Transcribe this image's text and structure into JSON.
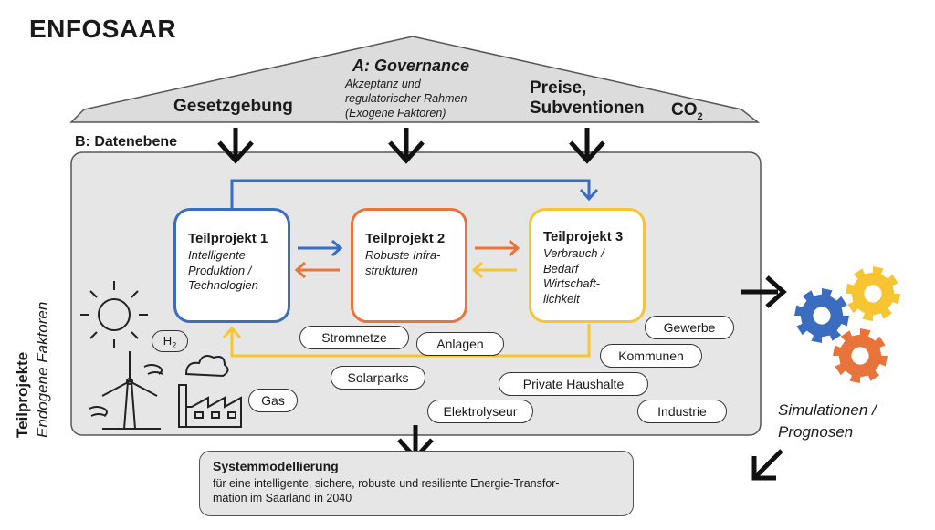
{
  "title": "ENFOSAAR",
  "governance": {
    "title": "A: Governance",
    "description_lines": [
      "Akzeptanz und",
      "regulatorischer Rahmen",
      "(Exogene Faktoren)"
    ],
    "left_label": "Gesetzgebung",
    "right_label_lines": [
      "Preise,",
      "Subventionen"
    ],
    "co2_base": "CO",
    "co2_sub": "2"
  },
  "data_layer": {
    "label": "B: Datenebene"
  },
  "subprojects": [
    {
      "title": "Teilprojekt 1",
      "description_lines": [
        "Intelligente",
        "Produktion /",
        "Technologien"
      ],
      "color": "#3a6cbf"
    },
    {
      "title": "Teilprojekt 2",
      "description_lines": [
        "Robuste Infra-",
        "strukturen"
      ],
      "color": "#e8743b"
    },
    {
      "title": "Teilprojekt 3",
      "description_lines": [
        "Verbrauch /",
        "Bedarf",
        "Wirtschaft-",
        "lichkeit"
      ],
      "color": "#f6c531"
    }
  ],
  "pills": {
    "stromnetze": "Stromnetze",
    "anlagen": "Anlagen",
    "solarparks": "Solarparks",
    "elektrolyseur": "Elektrolyseur",
    "gewerbe": "Gewerbe",
    "kommunen": "Kommunen",
    "private_haushalte": "Private Haushalte",
    "industrie": "Industrie",
    "gas": "Gas",
    "h2_base": "H",
    "h2_sub": "2"
  },
  "side_label": {
    "bold": "Teilprojekte",
    "italic": "Endogene Faktoren"
  },
  "system_model": {
    "title": "Systemmodellierung",
    "description_lines": [
      "für eine intelligente, sichere, robuste und resiliente Energie-Transfor-",
      "mation im Saarland in 2040"
    ]
  },
  "simulation": {
    "lines": [
      "Simulationen /",
      "Prognosen"
    ]
  },
  "icons": [
    "sun-icon",
    "wind-turbine-icon",
    "factory-icon",
    "gear-icon"
  ],
  "colors": {
    "blue": "#3a6cbf",
    "orange": "#e8743b",
    "yellow": "#f6c531",
    "gray_fill": "#e6e6e6",
    "roof_fill": "#dcdcdc"
  }
}
